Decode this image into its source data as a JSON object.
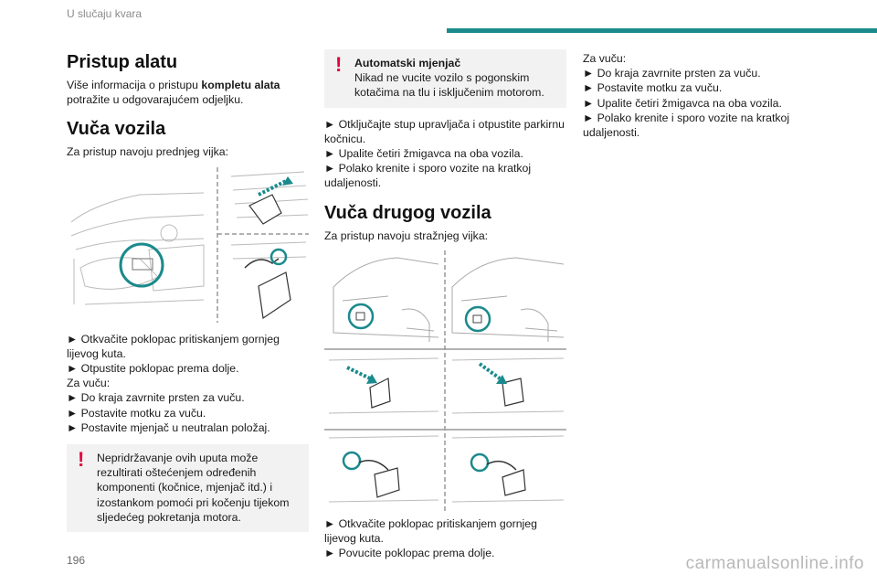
{
  "header": {
    "chapter": "U slučaju kvara"
  },
  "footer": {
    "page_number": "196",
    "watermark": "carmanualsonline.info"
  },
  "colors": {
    "accent": "#1b8a8c",
    "warning": "#e4003a",
    "box_bg": "#f2f2f2"
  },
  "col1": {
    "h_tools": "Pristup alatu",
    "tools_a": "Više informacija o pristupu ",
    "tools_bold": "kompletu alata",
    "tools_b": " potražite u odgovarajućem odjeljku.",
    "h_tow": "Vuča vozila",
    "tow_intro": "Za pristup navoju prednjeg vijka:",
    "steps": [
      "► Otkvačite poklopac pritiskanjem gornjeg lijevog kuta.",
      "► Otpustite poklopac prema dolje."
    ],
    "za_vucu": "Za vuču:",
    "vuca_steps": [
      "► Do kraja zavrnite prsten za vuču.",
      "► Postavite motku za vuču.",
      "► Postavite mjenjač u neutralan položaj."
    ],
    "warning": "Nepridržavanje ovih uputa može rezultirati oštećenjem određenih komponenti (kočnice, mjenjač itd.) i izostankom pomoći pri kočenju tijekom sljedećeg pokretanja motora."
  },
  "col2": {
    "warn_title": "Automatski mjenjač",
    "warn_text": "Nikad ne vucite vozilo s pogonskim kotačima na tlu i isključenim motorom.",
    "steps": [
      "► Otključajte stup upravljača i otpustite parkirnu kočnicu.",
      "► Upalite četiri žmigavca na oba vozila.",
      "► Polako krenite i sporo vozite na kratkoj udaljenosti."
    ],
    "h_tow_other": "Vuča drugog vozila",
    "intro": "Za pristup navoju stražnjeg vijka:",
    "steps2": [
      "► Otkvačite poklopac pritiskanjem gornjeg lijevog kuta.",
      "► Povucite poklopac prema dolje."
    ]
  },
  "col3": {
    "za_vucu": "Za vuču:",
    "steps": [
      "► Do kraja zavrnite prsten za vuču.",
      "► Postavite motku za vuču.",
      "► Upalite četiri žmigavca na oba vozila.",
      "► Polako krenite i sporo vozite na kratkoj udaljenosti."
    ]
  }
}
